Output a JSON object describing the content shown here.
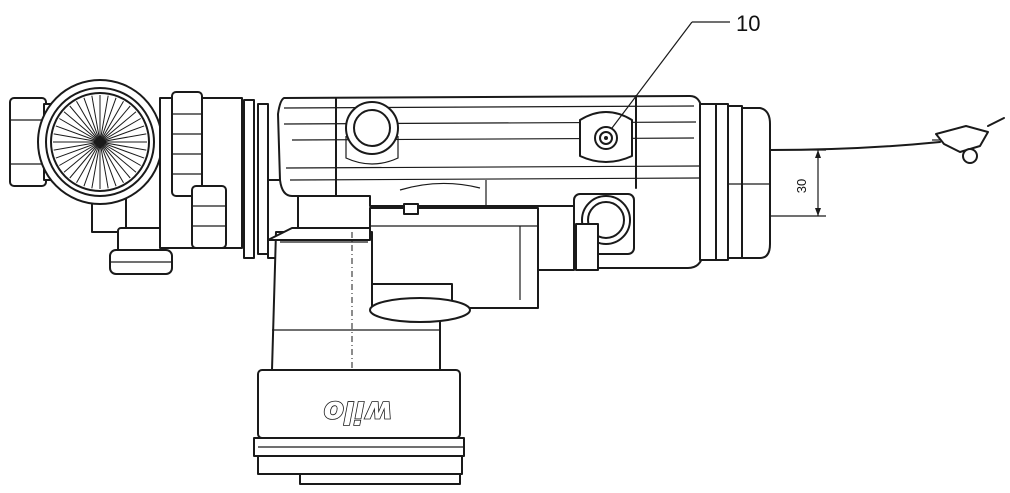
{
  "callout": {
    "number": "10"
  },
  "dimension": {
    "value": "30"
  },
  "brand": {
    "text": "wilo",
    "orientation": "rotated-180"
  }
}
